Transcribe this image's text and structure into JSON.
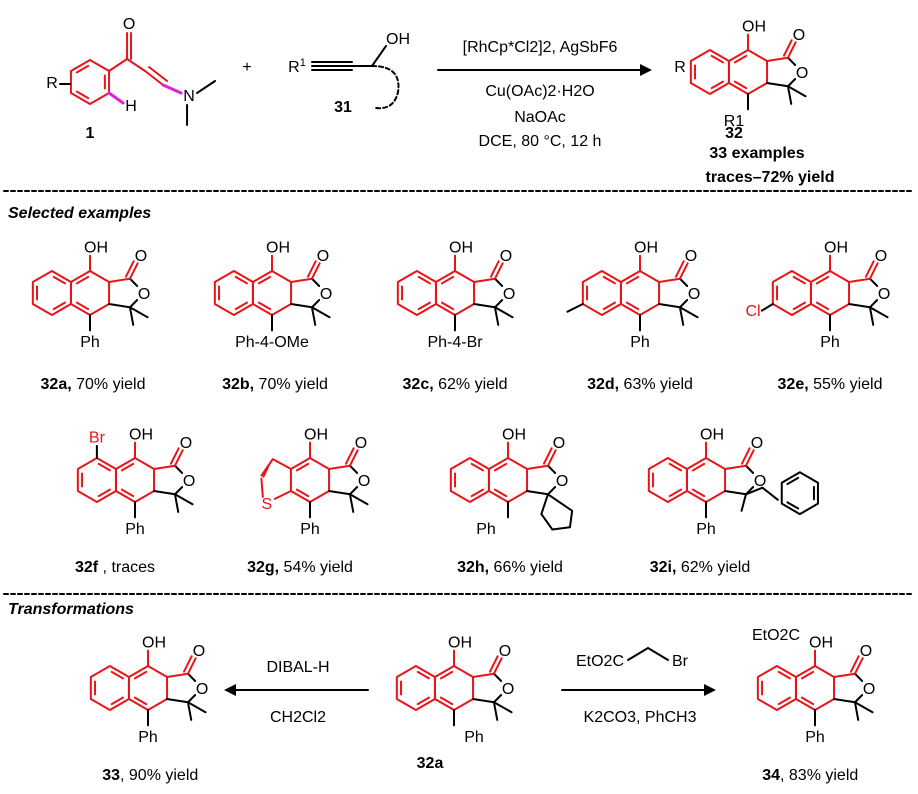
{
  "accent_red": "#e8141a",
  "accent_magenta": "#e020e0",
  "scheme": {
    "sm1_label": "1",
    "sm31_label": "31",
    "plus": "+",
    "cond1": "[RhCp*Cl2]2, AgSbF6",
    "cond2": "Cu(OAc)2·H2O",
    "cond3": "NaOAc",
    "cond4": "DCE, 80 °C, 12 h",
    "prod_label": "32",
    "examples": "33 examples",
    "yield_range": "traces–72% yield"
  },
  "sections": {
    "selected": "Selected examples",
    "transformations": "Transformations"
  },
  "examples": [
    {
      "code": "32a,",
      "text": "70% yield",
      "sub": "Ph"
    },
    {
      "code": "32b,",
      "text": "70% yield",
      "sub": "Ph-4-OMe"
    },
    {
      "code": "32c,",
      "text": "62% yield",
      "sub": "Ph-4-Br"
    },
    {
      "code": "32d,",
      "text": "63% yield",
      "sub": "Ph"
    },
    {
      "code": "32e,",
      "text": "55% yield",
      "sub": "Ph"
    },
    {
      "code": "32f",
      "text": ", traces",
      "sub": "Ph"
    },
    {
      "code": "32g,",
      "text": "54% yield",
      "sub": "Ph"
    },
    {
      "code": "32h,",
      "text": "66% yield",
      "sub": "Ph"
    },
    {
      "code": "32i,",
      "text": "62% yield",
      "sub": "Ph"
    }
  ],
  "transform": {
    "left_reagent1": "DIBAL-H",
    "left_reagent2": "CH2Cl2",
    "left_product": "33",
    "left_yield": ", 90% yield",
    "center_label": "32a",
    "right_reagent1": "EtO2C",
    "right_reagent1b": "Br",
    "right_reagent2": "K2CO3, PhCH3",
    "right_product": "34",
    "right_yield": ", 83% yield",
    "ester_group": "EtO2C"
  },
  "atoms": {
    "oh": "OH",
    "o": "O",
    "ph": "Ph",
    "r": "R",
    "r1": "R1",
    "h": "H",
    "n": "N",
    "s": "S",
    "br": "Br",
    "cl": "Cl"
  }
}
